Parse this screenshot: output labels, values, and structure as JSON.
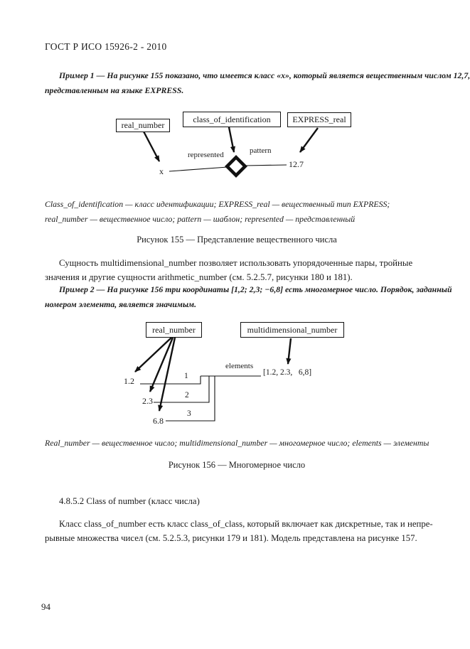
{
  "page": {
    "header": "ГОСТ Р ИСО 15926-2 - 2010",
    "page_number": "94"
  },
  "example1": {
    "lines": [
      "Пример 1 — На рисунке 155 показано, что имеется класс «х», который является вещественным числом 12,7,",
      "представленным на языке EXPRESS."
    ]
  },
  "figure155": {
    "box_real_number": "real_number",
    "box_class_of_identification": "class_of_identification",
    "box_express_real": "EXPRESS_real",
    "label_x": "x",
    "label_represented": "represented",
    "label_pattern": "pattern",
    "label_value": "12.7",
    "legend_lines": [
      "Class_of_identification — класс идентификации; EXPRESS_real — вещественный тип EXPRESS;",
      "real_number — вещественное число; pattern — шаблон; represented — представленный"
    ],
    "caption": "Рисунок 155 — Представление вещественного числа"
  },
  "para1": {
    "lines": [
      "Сущность multidimensional_number позволяет использовать упорядоченные пары, тройные",
      "значения и другие сущности arithmetic_number (см. 5.2.5.7, рисунки 180 и 181)."
    ]
  },
  "example2": {
    "lines": [
      "Пример 2 — На рисунке 156 три координаты [1,2; 2,3; −6,8] есть многомерное число. Порядок, заданный",
      "номером элемента, является значимым."
    ]
  },
  "figure156": {
    "box_real_number": "real_number",
    "box_multidimensional_number": "multidimensional_number",
    "values": [
      "1.2",
      "2.3",
      "6.8"
    ],
    "indices": [
      "1",
      "2",
      "3"
    ],
    "label_elements": "elements",
    "tuple": "[1.2, 2.3,   6,8]",
    "legend_lines": [
      "Real_number — вещественное число; multidimensional_number — многомерное число; elements — элементы"
    ],
    "caption": "Рисунок 156 — Многомерное число"
  },
  "section": {
    "heading": "4.8.5.2 Class of number (класс числа)"
  },
  "para2": {
    "lines": [
      "Класс class_of_number есть класс class_of_class, который включает как дискретные, так и непре-",
      "рывные множества чисел (см. 5.2.5.3, рисунки 179 и 181). Модель представлена на рисунке 157."
    ]
  }
}
